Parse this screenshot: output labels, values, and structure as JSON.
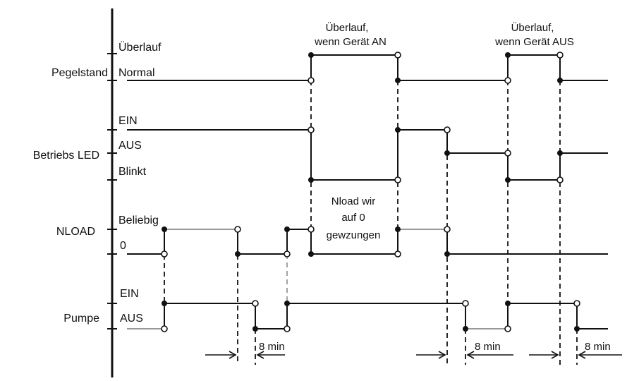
{
  "rows": {
    "pegelstand": {
      "label": "Pegelstand",
      "high": "Überlauf",
      "low": "Normal"
    },
    "betriebs_led": {
      "label": "Betriebs LED",
      "top": "EIN",
      "mid": "AUS",
      "bottom": "Blinkt"
    },
    "nload": {
      "label": "NLOAD",
      "high": "Beliebig",
      "low": "0"
    },
    "pumpe": {
      "label": "Pumpe",
      "high": "EIN",
      "low": "AUS"
    }
  },
  "annotations": {
    "overflow_on": [
      "Überlauf,",
      "wenn Gerät AN"
    ],
    "overflow_off": [
      "Überlauf,",
      "wenn Gerät AUS"
    ],
    "nload_forced": [
      "Nload wir",
      "auf 0",
      "gewzungen"
    ]
  },
  "intervals": [
    "8 min",
    "8 min",
    "8 min"
  ]
}
